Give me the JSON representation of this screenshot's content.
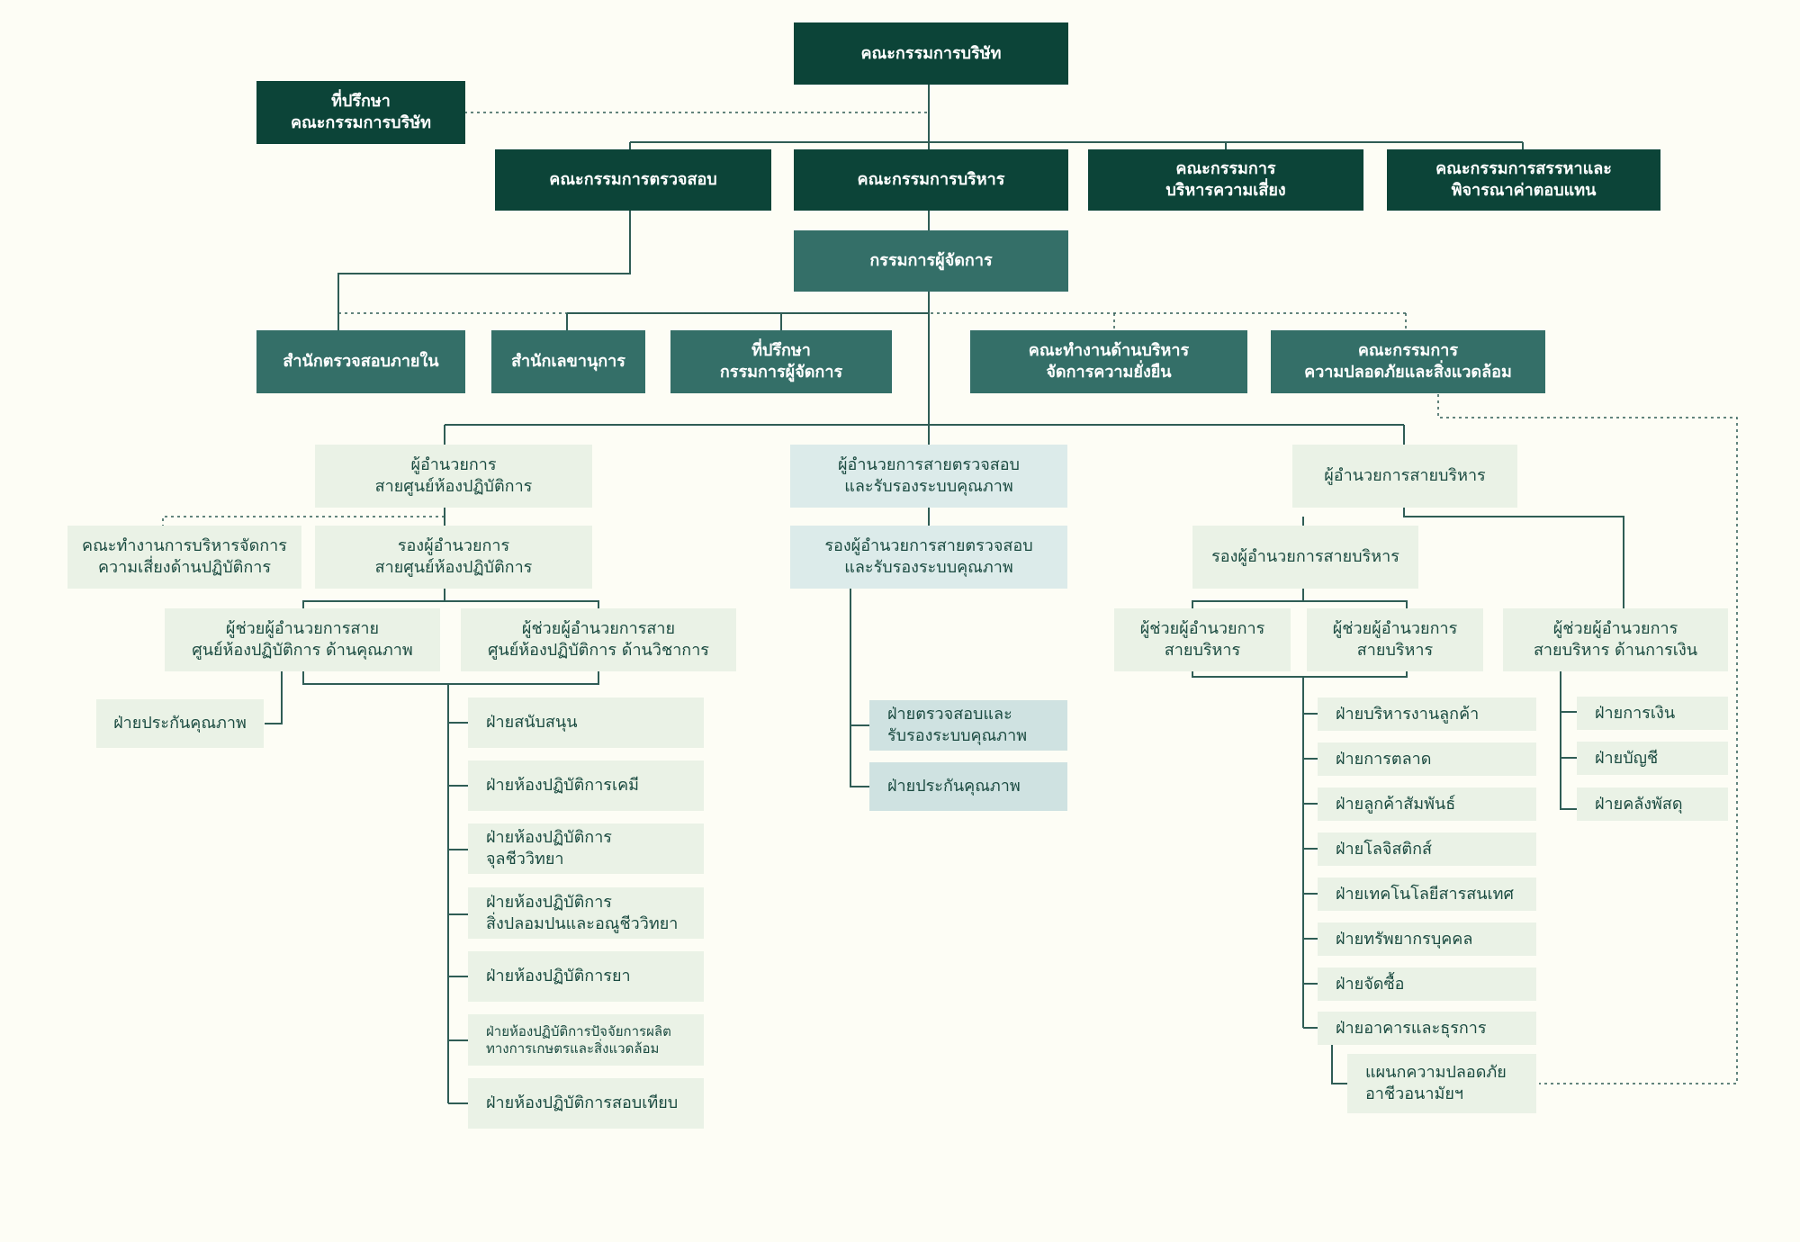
{
  "nodes": {
    "board": "คณะกรรมการบริษัท",
    "board_advisor": "ที่ปรึกษา\nคณะกรรมการบริษัท",
    "audit_committee": "คณะกรรมการตรวจสอบ",
    "executive_committee": "คณะกรรมการบริหาร",
    "risk_committee": "คณะกรรมการ\nบริหารความเสี่ยง",
    "nomination_committee": "คณะกรรมการสรรหาและ\nพิจารณาค่าตอบแทน",
    "managing_director": "กรรมการผู้จัดการ",
    "internal_audit": "สำนักตรวจสอบภายใน",
    "secretariat": "สำนักเลขานุการ",
    "md_advisor": "ที่ปรึกษา\nกรรมการผู้จัดการ",
    "sustainability_wg": "คณะทำงานด้านบริหาร\nจัดการความยั่งยืน",
    "safety_committee": "คณะกรรมการ\nความปลอดภัยและสิ่งแวดล้อม",
    "lab_director": "ผู้อำนวยการ\nสายศูนย์ห้องปฏิบัติการ",
    "lab_risk_wg": "คณะทำงานการบริหารจัดการ\nความเสี่ยงด้านปฏิบัติการ",
    "lab_deputy": "รองผู้อำนวยการ\nสายศูนย์ห้องปฏิบัติการ",
    "lab_asst_quality": "ผู้ช่วยผู้อำนวยการสาย\nศูนย์ห้องปฏิบัติการ ด้านคุณภาพ",
    "lab_asst_academic": "ผู้ช่วยผู้อำนวยการสาย\nศูนย์ห้องปฏิบัติการ ด้านวิชาการ",
    "lab_qa": "ฝ่ายประกันคุณภาพ",
    "lab_support": "ฝ่ายสนับสนุน",
    "lab_chem": "ฝ่ายห้องปฏิบัติการเคมี",
    "lab_micro": "ฝ่ายห้องปฏิบัติการ\nจุลชีววิทยา",
    "lab_contam": "ฝ่ายห้องปฏิบัติการ\nสิ่งปลอมปนและอณูชีววิทยา",
    "lab_drug": "ฝ่ายห้องปฏิบัติการยา",
    "lab_agri": "ฝ่ายห้องปฏิบัติการปัจจัยการผลิต\nทางการเกษตรและสิ่งแวดล้อม",
    "lab_calib": "ฝ่ายห้องปฏิบัติการสอบเทียบ",
    "insp_director": "ผู้อำนวยการสายตรวจสอบ\nและรับรองระบบคุณภาพ",
    "insp_deputy": "รองผู้อำนวยการสายตรวจสอบ\nและรับรองระบบคุณภาพ",
    "insp_dept": "ฝ่ายตรวจสอบและ\nรับรองระบบคุณภาพ",
    "insp_qa": "ฝ่ายประกันคุณภาพ",
    "adm_director": "ผู้อำนวยการสายบริหาร",
    "adm_deputy": "รองผู้อำนวยการสายบริหาร",
    "adm_asst1": "ผู้ช่วยผู้อำนวยการ\nสายบริหาร",
    "adm_asst2": "ผู้ช่วยผู้อำนวยการ\nสายบริหาร",
    "adm_asst_fin": "ผู้ช่วยผู้อำนวยการ\nสายบริหาร ด้านการเงิน",
    "adm_customer": "ฝ่ายบริหารงานลูกค้า",
    "adm_marketing": "ฝ่ายการตลาด",
    "adm_relations": "ฝ่ายลูกค้าสัมพันธ์",
    "adm_logistics": "ฝ่ายโลจิสติกส์",
    "adm_it": "ฝ่ายเทคโนโลยีสารสนเทศ",
    "adm_hr": "ฝ่ายทรัพยากรบุคคล",
    "adm_procure": "ฝ่ายจัดซื้อ",
    "adm_building": "ฝ่ายอาคารและธุรการ",
    "adm_safety_unit": "แผนกความปลอดภัย\nอาชีวอนามัยฯ",
    "fin_finance": "ฝ่ายการเงิน",
    "fin_accounting": "ฝ่ายบัญชี",
    "fin_stores": "ฝ่ายคลังพัสดุ"
  },
  "colors": {
    "dark_green": "#0c4438",
    "teal": "#346f68",
    "light_green": "#eaf2e6",
    "light_blue": "#dcebea",
    "line": "#2f5d55"
  }
}
